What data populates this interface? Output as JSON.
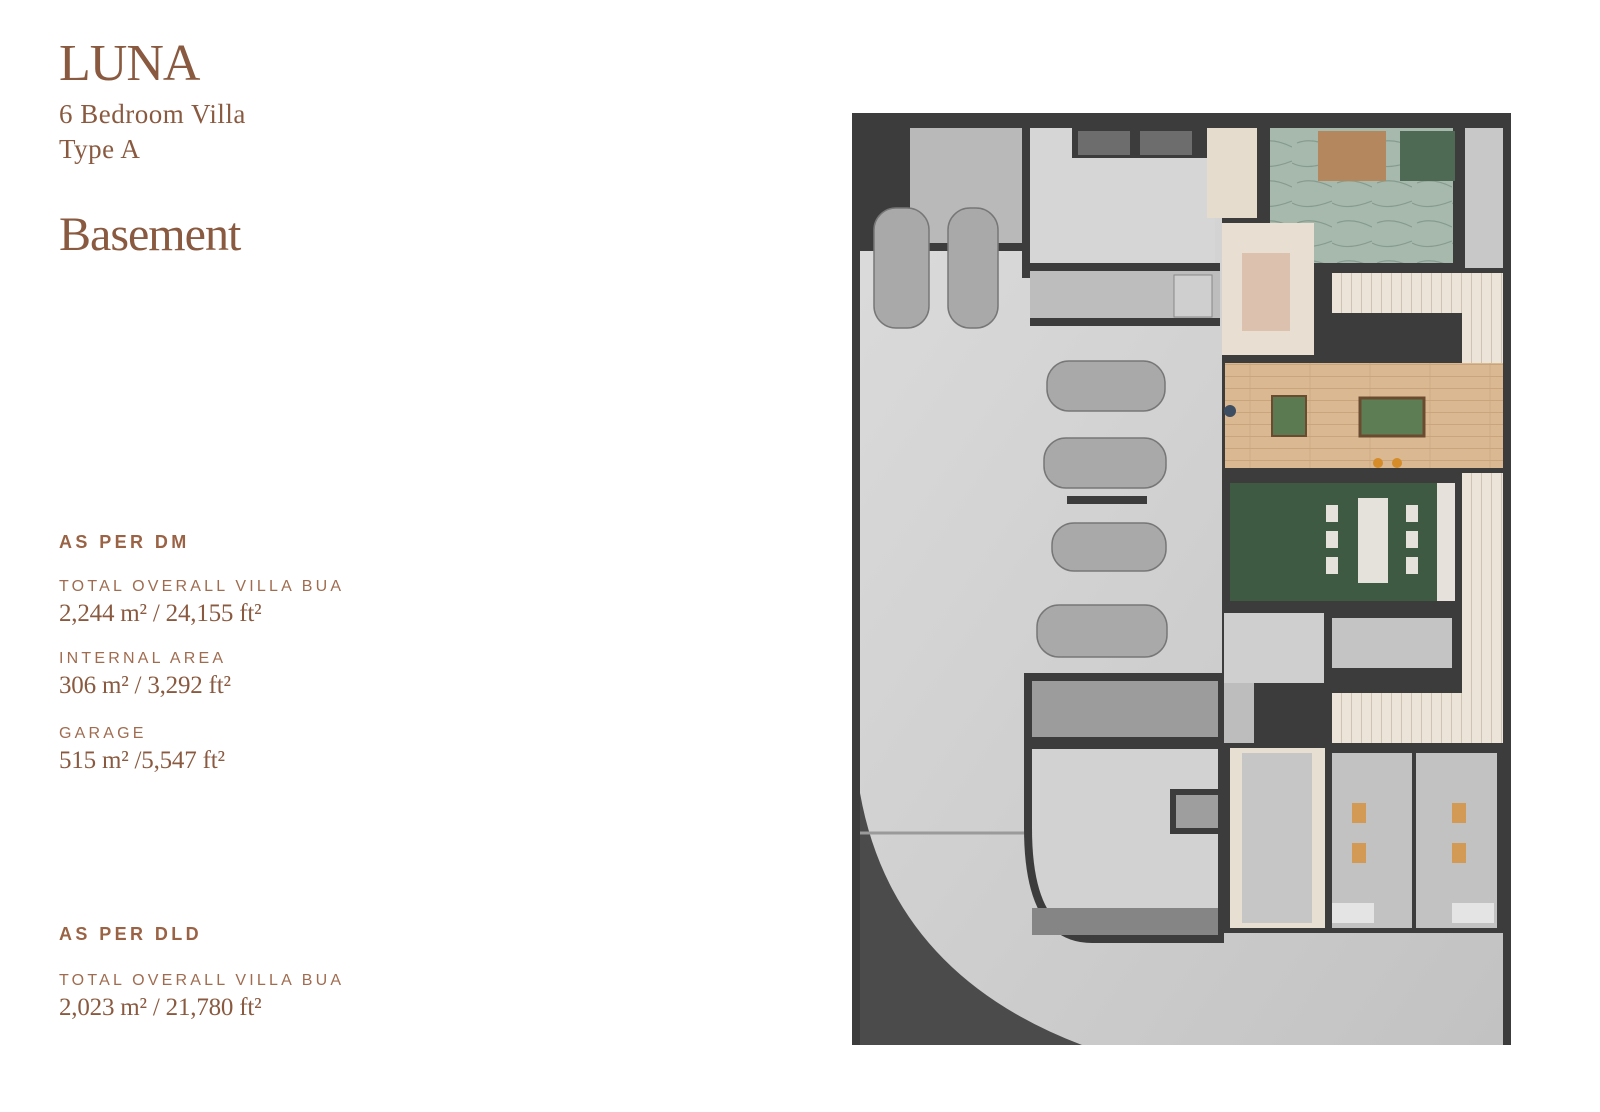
{
  "header": {
    "title": "LUNA",
    "subtitle_line1": "6 Bedroom Villa",
    "subtitle_line2": "Type A",
    "floor_name": "Basement"
  },
  "as_per_dm": {
    "heading": "AS PER DM",
    "items": [
      {
        "label": "TOTAL OVERALL VILLA BUA",
        "value": "2,244 m² / 24,155 ft²"
      },
      {
        "label": "INTERNAL AREA",
        "value": "306 m² / 3,292 ft²"
      },
      {
        "label": "GARAGE",
        "value": "515 m² /5,547 ft²"
      }
    ]
  },
  "as_per_dld": {
    "heading": "AS PER DLD",
    "items": [
      {
        "label": "TOTAL OVERALL VILLA BUA",
        "value": "2,023 m² / 21,780 ft²"
      }
    ]
  },
  "floor_plan": {
    "description": "Basement floor plan render",
    "colors": {
      "wall": "#3c3c3c",
      "garage_floor": "#d4d4d4",
      "wood_floor": "#d8b48c",
      "cinema_green": "#3f5a42",
      "marble_green": "#9fb3a6",
      "text_accent": "#8a5a40"
    },
    "car_count": 6
  }
}
